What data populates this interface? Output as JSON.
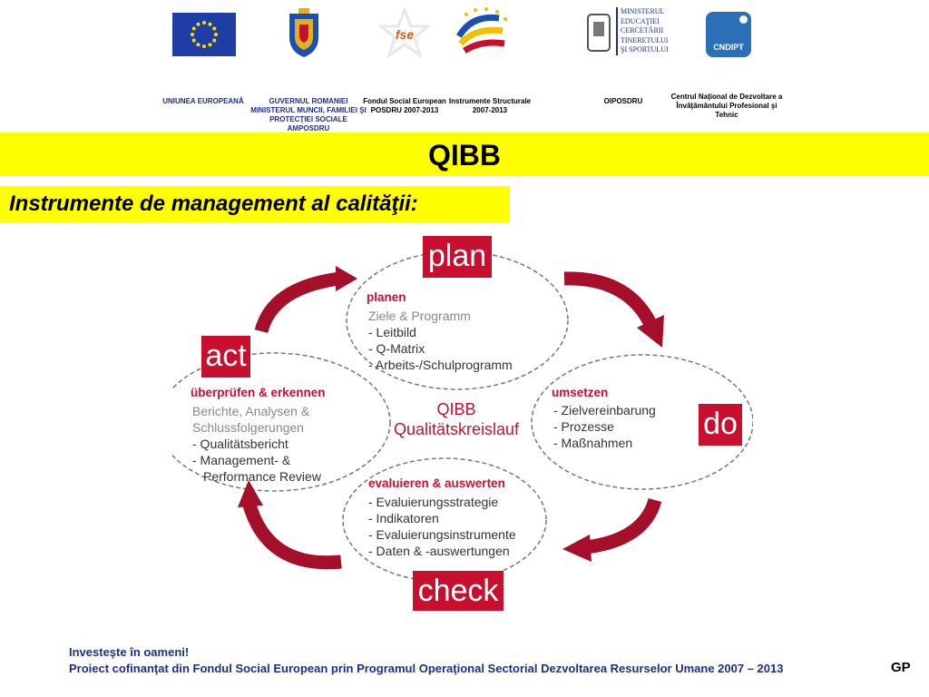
{
  "logos": {
    "eu_label": "UNIUNEA EUROPEANĂ",
    "gov_label_line1": "GUVERNUL ROMANIEI",
    "gov_label_line2": "MINISTERUL MUNCII, FAMILIEI ŞI",
    "gov_label_line3": "PROTECŢIEI SOCIALE",
    "gov_label_line4": "AMPOSDRU",
    "fse_text": "fse",
    "fse_label_line1": "Fondul Social European",
    "fse_label_line2": "POSDRU 2007-2013",
    "is_label_line1": "Instrumente Structurale",
    "is_label_line2": "2007-2013",
    "ministry_line1": "MINISTERUL",
    "ministry_line2": "EDUCAŢIEI",
    "ministry_line3": "CERCETĂRII",
    "ministry_line4": "TINERETULUI",
    "ministry_line5": "ŞI SPORTULUI",
    "oiposdru_label": "OIPOSDRU",
    "cndipt_text": "CNDIPT",
    "cndipt_label_line1": "Centrul Naţional de Dezvoltare a",
    "cndipt_label_line2": "Învăţământului Profesional şi",
    "cndipt_label_line3": "Tehnic"
  },
  "title": "QIBB",
  "subtitle": "Instrumente de management al calităţii:",
  "diagram": {
    "plan": "plan",
    "do": "do",
    "check": "check",
    "act": "act",
    "center_line1": "QIBB",
    "center_line2": "Qualitätskreislauf",
    "planen": {
      "title": "planen",
      "sub": "Ziele & Programm",
      "items": [
        "- Leitbild",
        "- Q-Matrix",
        "- Arbeits-/Schulprogramm"
      ]
    },
    "umsetzen": {
      "title": "umsetzen",
      "items": [
        "- Zielvereinbarung",
        "- Prozesse",
        "- Maßnahmen"
      ]
    },
    "evaluieren": {
      "title": "evaluieren & auswerten",
      "items": [
        "- Evaluierungsstrategie",
        "- Indikatoren",
        "- Evaluierungsinstrumente",
        "- Daten & -auswertungen"
      ]
    },
    "ueberpruefen": {
      "title": "überprüfen & erkennen",
      "sub_line1": "Berichte, Analysen &",
      "sub_line2": "Schlussfolgerungen",
      "items": [
        "- Qualitätsbericht",
        "- Management- &",
        "Performance Review"
      ]
    },
    "accent_color": "#c8102e"
  },
  "footer": {
    "line1": "Investeşte în oameni!",
    "line2": "Proiect cofinanţat din Fondul Social European prin Programul Operaţional Sectorial Dezvoltarea Resurselor Umane 2007 – 2013",
    "gp": "GP"
  }
}
